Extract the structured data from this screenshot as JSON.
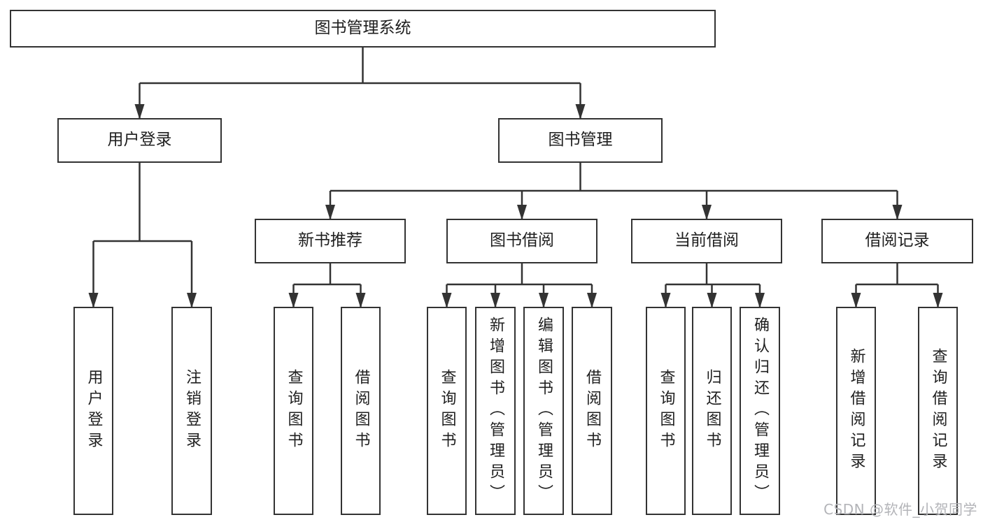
{
  "tree": {
    "root": {
      "label": "图书管理系统"
    },
    "branches": [
      {
        "label": "用户登录",
        "children": [
          {
            "label": "用户登录"
          },
          {
            "label": "注销登录"
          }
        ]
      },
      {
        "label": "图书管理",
        "children": [
          {
            "label": "新书推荐",
            "children": [
              {
                "label": "查询图书"
              },
              {
                "label": "借阅图书"
              }
            ]
          },
          {
            "label": "图书借阅",
            "children": [
              {
                "label": "查询图书"
              },
              {
                "label": "新增图书（管理员）"
              },
              {
                "label": "编辑图书（管理员）"
              },
              {
                "label": "借阅图书"
              }
            ]
          },
          {
            "label": "当前借阅",
            "children": [
              {
                "label": "查询图书"
              },
              {
                "label": "归还图书"
              },
              {
                "label": "确认归还（管理员）"
              }
            ]
          },
          {
            "label": "借阅记录",
            "children": [
              {
                "label": "新增借阅记录"
              },
              {
                "label": "查询借阅记录"
              }
            ]
          }
        ]
      }
    ]
  },
  "watermark": {
    "text": "CSDN @软件_小贺同学"
  },
  "colors": {
    "line": "#333333",
    "text": "#1f1f1f",
    "box_fill": "#ffffff",
    "background": "#ffffff",
    "watermark": "#b3b4b8"
  }
}
